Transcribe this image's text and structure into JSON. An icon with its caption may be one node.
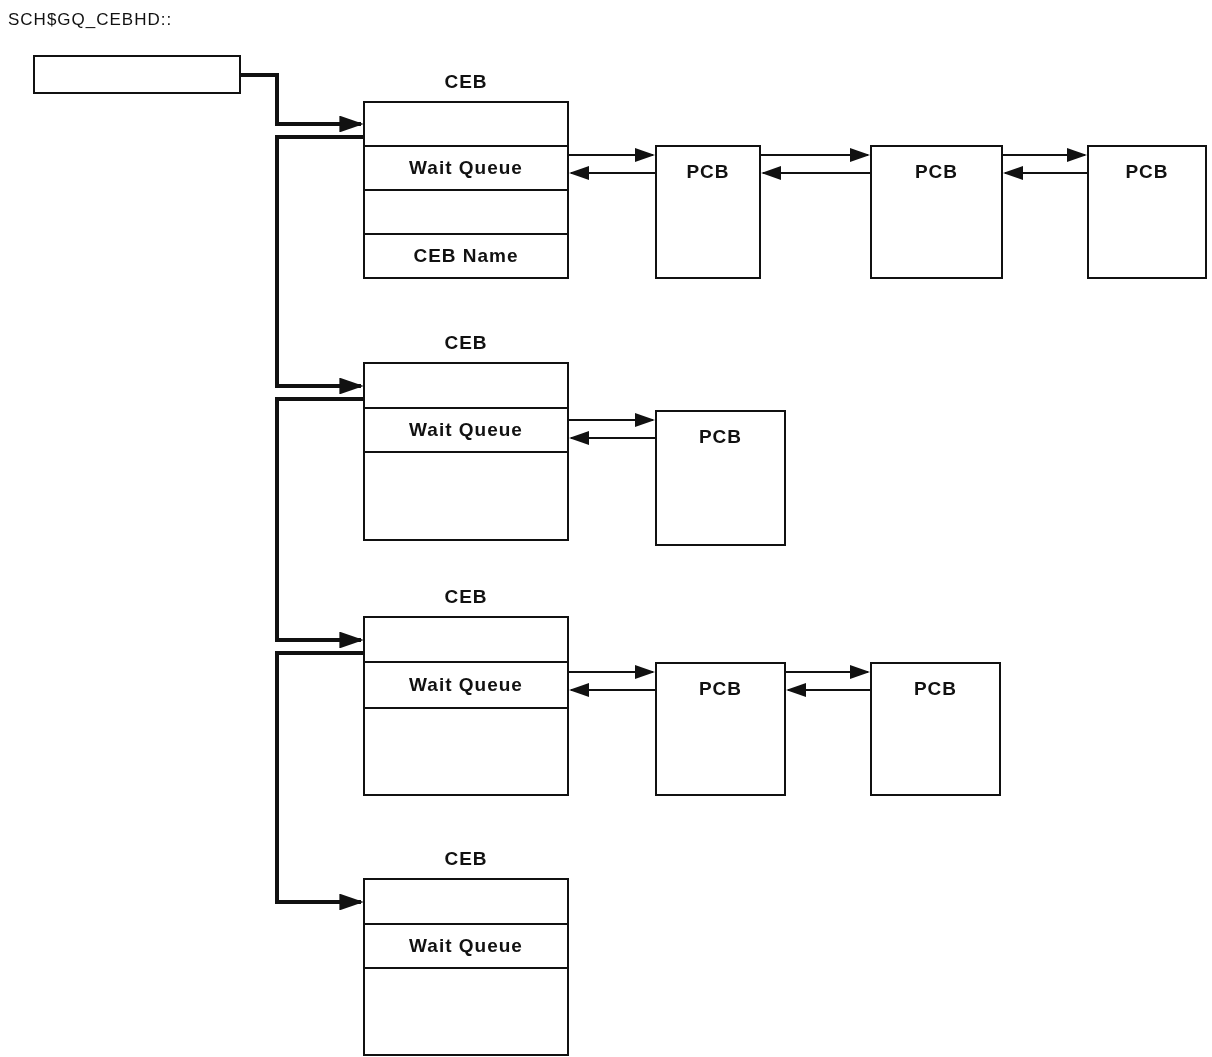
{
  "diagram": {
    "nodes": [
      {
        "text": [],
        "shape": "box",
        "beside": [
          "SCH$GQ_CEBHD::"
        ]
      },
      {
        "text": [
          "CEB"
        ]
      },
      {
        "text": [],
        "shape": "box",
        "in": 1
      },
      {
        "text": [
          "Wait Queue"
        ],
        "in": 1
      },
      {
        "text": [],
        "shape": "box",
        "in": 1
      },
      {
        "text": [
          "CEB Name"
        ],
        "in": 1
      },
      {
        "text": [
          "PCB"
        ]
      },
      {
        "text": [
          "PCB"
        ]
      },
      {
        "text": [
          "PCB"
        ]
      },
      {
        "text": [
          "CEB"
        ]
      },
      {
        "text": [],
        "shape": "box",
        "in": 9
      },
      {
        "text": [
          "Wait Queue"
        ],
        "in": 9
      },
      {
        "text": [],
        "shape": "box",
        "in": 9
      },
      {
        "text": [
          "PCB"
        ]
      },
      {
        "text": [
          "CEB"
        ]
      },
      {
        "text": [],
        "shape": "box",
        "in": 14
      },
      {
        "text": [
          "Wait Queue"
        ],
        "in": 14
      },
      {
        "text": [],
        "shape": "box",
        "in": 14
      },
      {
        "text": [
          "PCB"
        ]
      },
      {
        "text": [
          "PCB"
        ]
      },
      {
        "text": [
          "CEB"
        ]
      },
      {
        "text": [],
        "shape": "box",
        "in": 20
      },
      {
        "text": [
          "Wait Queue"
        ],
        "in": 20
      },
      {
        "text": [],
        "shape": "box",
        "in": 20
      }
    ],
    "edges": [
      {
        "from": 0,
        "to": 2,
        "arrow": "to",
        "style": "thick"
      },
      {
        "from": 2,
        "to": 10,
        "arrow": "to",
        "style": "thick"
      },
      {
        "from": 10,
        "to": 15,
        "arrow": "to",
        "style": "thick"
      },
      {
        "from": 15,
        "to": 21,
        "arrow": "to",
        "style": "thick"
      },
      {
        "from": 3,
        "to": 6,
        "arrow": "to"
      },
      {
        "from": 6,
        "to": 3,
        "arrow": "to"
      },
      {
        "from": 6,
        "to": 7,
        "arrow": "to"
      },
      {
        "from": 7,
        "to": 6,
        "arrow": "to"
      },
      {
        "from": 7,
        "to": 8,
        "arrow": "to"
      },
      {
        "from": 8,
        "to": 7,
        "arrow": "to"
      },
      {
        "from": 11,
        "to": 13,
        "arrow": "to"
      },
      {
        "from": 13,
        "to": 11,
        "arrow": "to"
      },
      {
        "from": 16,
        "to": 18,
        "arrow": "to"
      },
      {
        "from": 18,
        "to": 16,
        "arrow": "to"
      },
      {
        "from": 18,
        "to": 19,
        "arrow": "to"
      },
      {
        "from": 19,
        "to": 18,
        "arrow": "to"
      }
    ]
  }
}
